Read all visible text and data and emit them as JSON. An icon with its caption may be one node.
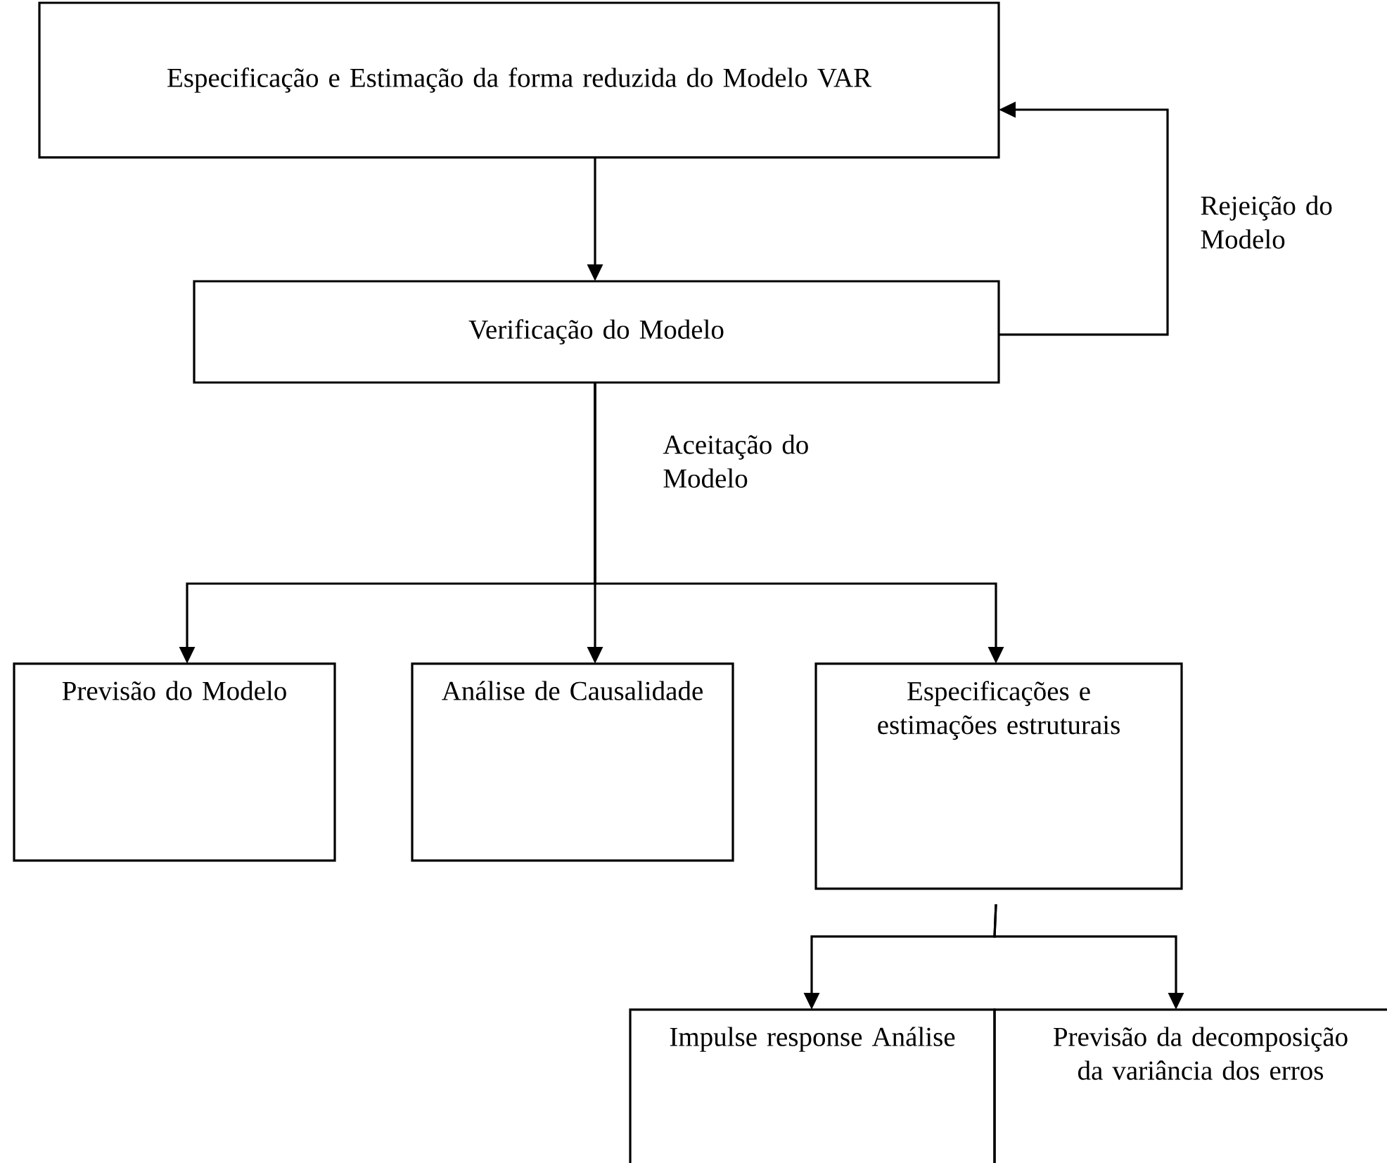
{
  "diagram": {
    "nodes": [
      {
        "text": [
          "Especificação e Estimação da forma reduzida do Modelo VAR"
        ]
      },
      {
        "text": [
          "Verificação do Modelo"
        ]
      },
      {
        "text": [
          "Previsão do Modelo"
        ]
      },
      {
        "text": [
          "Análise de Causalidade"
        ]
      },
      {
        "text": [
          "Especificações e estimações estruturais"
        ]
      },
      {
        "text": [
          "Impulse response Análise"
        ]
      },
      {
        "text": [
          "Previsão da decomposição da variância dos erros"
        ]
      }
    ],
    "edges": [
      {
        "from": 0,
        "to": 1,
        "arrow": "to"
      },
      {
        "from": 1,
        "to": 0,
        "arrow": "to",
        "label": "Rejeição do Modelo"
      },
      {
        "from": 1,
        "to": 2,
        "arrow": "to"
      },
      {
        "from": 1,
        "to": 3,
        "arrow": "to",
        "label": "Aceitação do Modelo"
      },
      {
        "from": 1,
        "to": 4,
        "arrow": "to"
      },
      {
        "from": 4,
        "to": 5,
        "arrow": "to"
      },
      {
        "from": 4,
        "to": 6,
        "arrow": "to"
      }
    ]
  }
}
